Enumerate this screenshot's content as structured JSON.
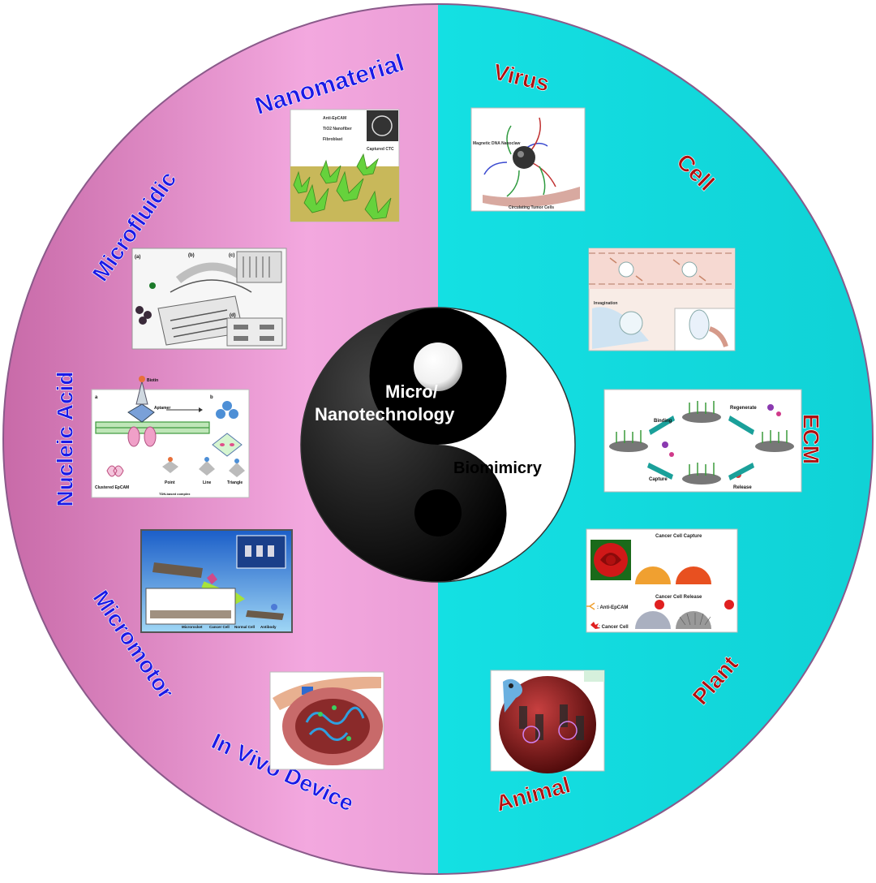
{
  "center": {
    "yang_label_line1": "Micro/",
    "yang_label_line2": "Nanotechnology",
    "yin_label": "Biomimicry"
  },
  "left_half": {
    "color": "#e07cc0",
    "text_color": "#1a1ae6",
    "segments": [
      {
        "label": "Nanomaterial"
      },
      {
        "label": "Microfluidic"
      },
      {
        "label": "Nucleic Acid"
      },
      {
        "label": "Micromotor"
      },
      {
        "label": "In Vivo Device"
      }
    ]
  },
  "right_half": {
    "color": "#12e8ea",
    "text_color": "#b01010",
    "segments": [
      {
        "label": "Virus"
      },
      {
        "label": "Cell"
      },
      {
        "label": "ECM"
      },
      {
        "label": "Plant"
      },
      {
        "label": "Animal"
      }
    ]
  },
  "figures": {
    "nanomaterial": {
      "labels": [
        "Anti-EpCAM",
        "TiO2 Nanofiber",
        "Fibroblast",
        "Captured CTC"
      ]
    },
    "virus": {
      "labels": [
        "Magnetic DNA Nanoclaw",
        "Circulating Tumor Cells"
      ]
    },
    "microfluidic": {
      "labels": [
        "(a)",
        "(b)",
        "(c)",
        "(d)"
      ]
    },
    "cell": {
      "labels": [
        "Invagination"
      ]
    },
    "nucleic_acid": {
      "labels": [
        "a",
        "b",
        "Biotin",
        "Aptamer",
        "Clustered EpCAM",
        "Point",
        "Line",
        "Triangle",
        "TDN-based complex"
      ]
    },
    "ecm": {
      "labels": [
        "Binding",
        "Regenerate",
        "Capture",
        "Release"
      ]
    },
    "micromotor": {
      "labels": [
        "Microrocket",
        "Cancer Cell",
        "Normal Cell",
        "Antibody"
      ]
    },
    "plant": {
      "labels": [
        "Cancer Cell Capture",
        "Cancer Cell Release",
        ": Anti-EpCAM",
        ": Cancer Cell"
      ]
    }
  }
}
